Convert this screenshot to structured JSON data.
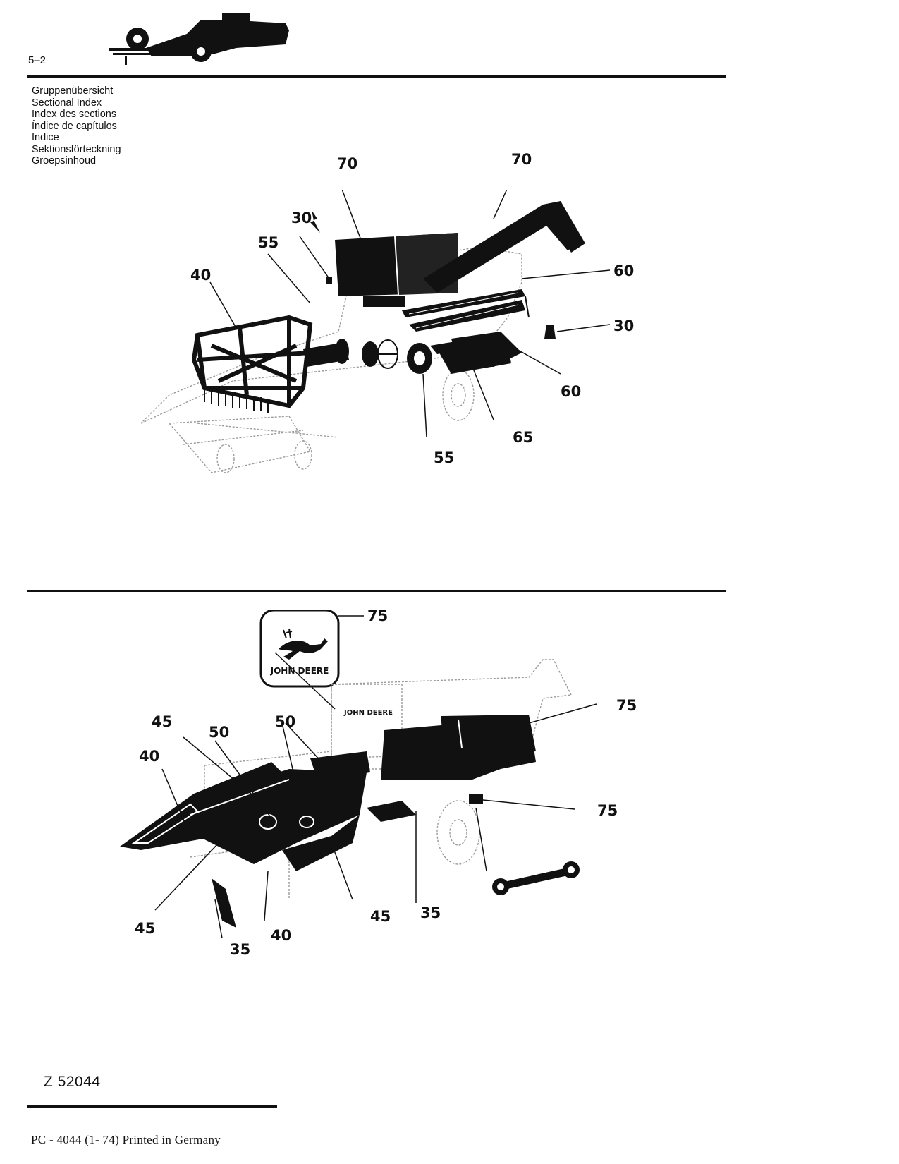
{
  "header": {
    "page_number": "5–2",
    "icon": "combine-with-corn-head-silhouette"
  },
  "section_titles": [
    "Gruppenübersicht",
    "Sectional Index",
    "Index des sections",
    "Índice de capítulos",
    "Indice",
    "Sektionsförteckning",
    "Groepsinhoud"
  ],
  "top_diagram": {
    "icon": "exploded-combine-illustration",
    "callouts": [
      "70",
      "70",
      "30",
      "55",
      "40",
      "60",
      "30",
      "60",
      "65",
      "55"
    ]
  },
  "bottom_diagram": {
    "icon": "combine-corn-head-illustration",
    "logo_text": "JOHN DEERE",
    "decal_text": "JOHN DEERE",
    "callouts": [
      "75",
      "75",
      "75",
      "45",
      "50",
      "50",
      "40",
      "45",
      "45",
      "40",
      "35",
      "35"
    ]
  },
  "figure_id": "Z 52044",
  "footer": "PC - 4044 (1- 74) Printed in Germany",
  "colors": {
    "ink": "#111111",
    "paper": "#ffffff",
    "ghost_lines": "#9a9a9a"
  }
}
